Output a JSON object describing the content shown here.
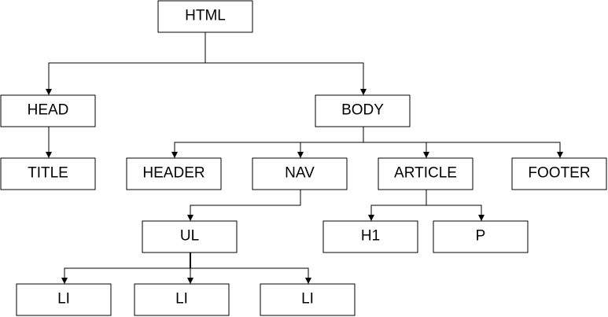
{
  "diagram": {
    "type": "tree",
    "nodes": [
      {
        "id": "html",
        "label": "HTML"
      },
      {
        "id": "head",
        "label": "HEAD"
      },
      {
        "id": "body",
        "label": "BODY"
      },
      {
        "id": "title",
        "label": "TITLE"
      },
      {
        "id": "header",
        "label": "HEADER"
      },
      {
        "id": "nav",
        "label": "NAV"
      },
      {
        "id": "article",
        "label": "ARTICLE"
      },
      {
        "id": "footer",
        "label": "FOOTER"
      },
      {
        "id": "ul",
        "label": "UL"
      },
      {
        "id": "h1",
        "label": "H1"
      },
      {
        "id": "p",
        "label": "P"
      },
      {
        "id": "li1",
        "label": "LI"
      },
      {
        "id": "li2",
        "label": "LI"
      },
      {
        "id": "li3",
        "label": "LI"
      }
    ],
    "edges": [
      {
        "from": "html",
        "to": "head"
      },
      {
        "from": "html",
        "to": "body"
      },
      {
        "from": "head",
        "to": "title"
      },
      {
        "from": "body",
        "to": "header"
      },
      {
        "from": "body",
        "to": "nav"
      },
      {
        "from": "body",
        "to": "article"
      },
      {
        "from": "body",
        "to": "footer"
      },
      {
        "from": "nav",
        "to": "ul"
      },
      {
        "from": "article",
        "to": "h1"
      },
      {
        "from": "article",
        "to": "p"
      },
      {
        "from": "ul",
        "to": "li1"
      },
      {
        "from": "ul",
        "to": "li2"
      },
      {
        "from": "ul",
        "to": "li3"
      }
    ]
  }
}
